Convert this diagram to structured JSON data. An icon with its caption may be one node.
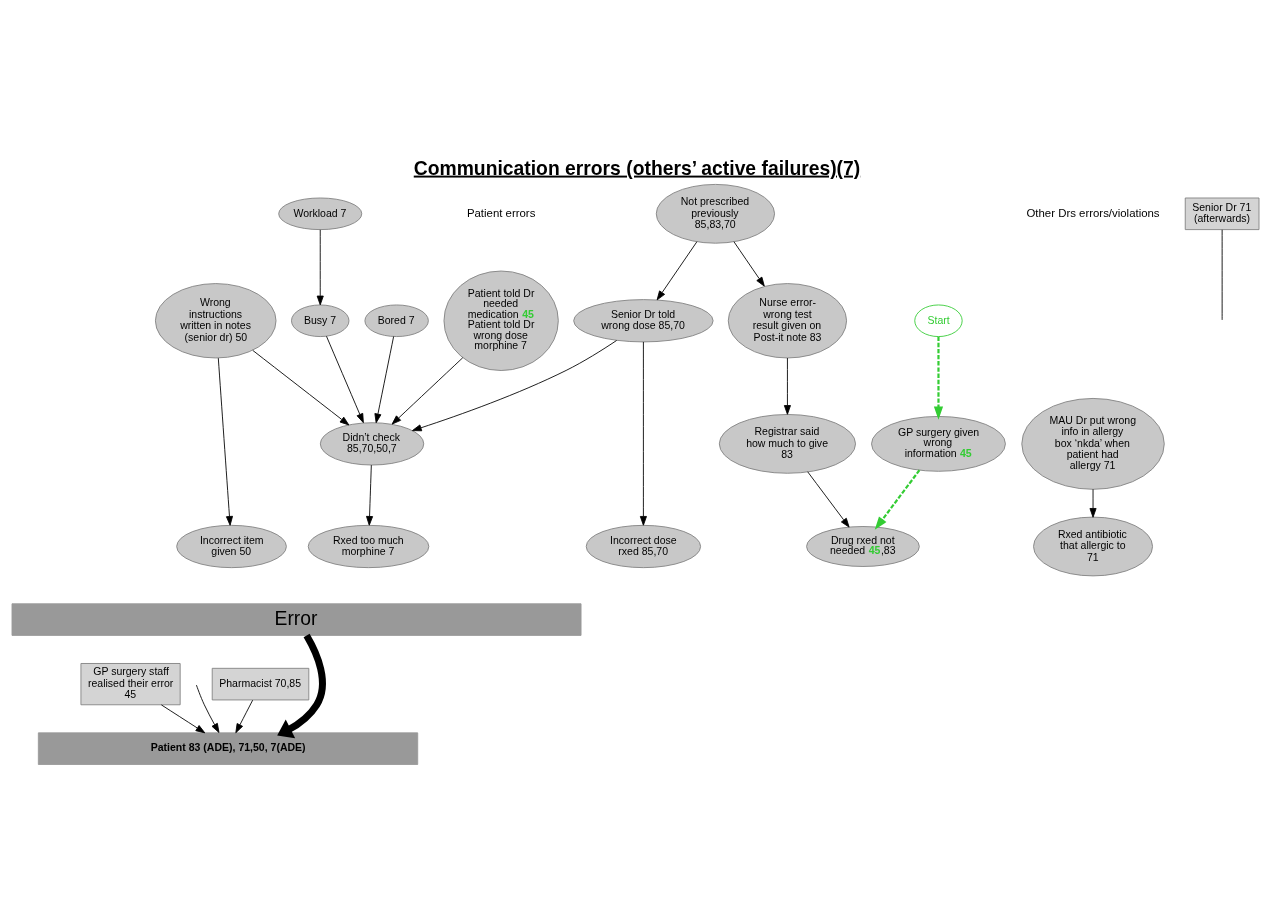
{
  "diagram": {
    "title": "Communication errors (others’ active failures)(7)",
    "nodes": [
      {
        "text": [
          "Patient told Dr needed medication **45**",
          "Patient told Dr wrong dose morphine 7"
        ]
      },
      {
        "text": [
          "Start"
        ]
      },
      {
        "text": [
          "Not prescribed previously 85,83,70"
        ]
      },
      {
        "text": [
          "GP surgery given wrong information **45**"
        ]
      },
      {
        "text": [
          "Nurse error- wrong test result given on Post-it note 83"
        ]
      },
      {
        "text": [
          "Senior Dr told wrong dose 85,70"
        ]
      },
      {
        "text": [
          "MAU Dr put wrong info in allergy box ‘nkda’ when patient had allergy 71"
        ]
      },
      {
        "text": [
          "Wrong instructions written in notes (senior dr) 50"
        ]
      },
      {
        "text": [
          "Bored 7"
        ]
      },
      {
        "text": [
          "Didn’t check 85,70,50,7"
        ]
      },
      {
        "text": [
          "Registrar said how much to give 83"
        ]
      },
      {
        "text": [
          "Busy 7"
        ]
      },
      {
        "text": [
          "Workload 7"
        ]
      },
      {
        "text": [
          "Rxed too much morphine 7"
        ]
      },
      {
        "text": [
          "Drug rxed not needed **45**,83"
        ]
      },
      {
        "text": [
          "Incorrect dose rxed 85,70"
        ]
      },
      {
        "text": [
          "Rxed antibiotic that allergic to 71"
        ]
      },
      {
        "text": [
          "Incorrect item given 50"
        ]
      },
      {
        "text": [
          "Error"
        ]
      },
      {
        "text": [
          "Pharmacist 70,85"
        ]
      },
      {
        "text": [
          "GP surgery staff realised their error 45"
        ]
      },
      {
        "text": [
          "Patient 83 (ADE), 71,50, 7(ADE)"
        ]
      },
      {
        "text": [
          "Senior Dr 71 (afterwards)"
        ]
      }
    ],
    "edges": [
      {
        "from": 1,
        "to": 3,
        "arrow": "to",
        "style": "dashed",
        "color": "#33cc33"
      },
      {
        "from": 2,
        "to": 4,
        "arrow": "to"
      },
      {
        "from": 2,
        "to": 5,
        "arrow": "to"
      },
      {
        "from": 0,
        "to": 9,
        "arrow": "to"
      },
      {
        "from": 8,
        "to": 9,
        "arrow": "to"
      },
      {
        "from": 5,
        "to": 9,
        "arrow": "to"
      },
      {
        "from": 7,
        "to": 9,
        "arrow": "to"
      },
      {
        "from": 4,
        "to": 10,
        "arrow": "to"
      },
      {
        "from": 11,
        "to": 9,
        "arrow": "to"
      },
      {
        "from": 12,
        "to": 11,
        "arrow": "to"
      },
      {
        "from": 9,
        "to": 13,
        "arrow": "to"
      },
      {
        "from": 3,
        "to": 14,
        "arrow": "to",
        "style": "dashed",
        "color": "#33cc33"
      },
      {
        "from": 10,
        "to": 14,
        "arrow": "to"
      },
      {
        "from": 5,
        "to": 15,
        "arrow": "to"
      },
      {
        "from": 6,
        "to": 16,
        "arrow": "to"
      },
      {
        "from": 7,
        "to": 17,
        "arrow": "to"
      },
      {
        "from": 18,
        "to": 21,
        "arrow": "to",
        "style": "thick"
      },
      {
        "from": 19,
        "to": 21,
        "arrow": "to"
      },
      {
        "from": 20,
        "to": 21,
        "arrow": "to"
      },
      {
        "from": null,
        "to": 21,
        "arrow": "to"
      },
      {
        "from": 22,
        "to": null,
        "arrow": "none"
      }
    ],
    "labels": [
      "Patient errors",
      "Other Drs errors/violations"
    ]
  }
}
